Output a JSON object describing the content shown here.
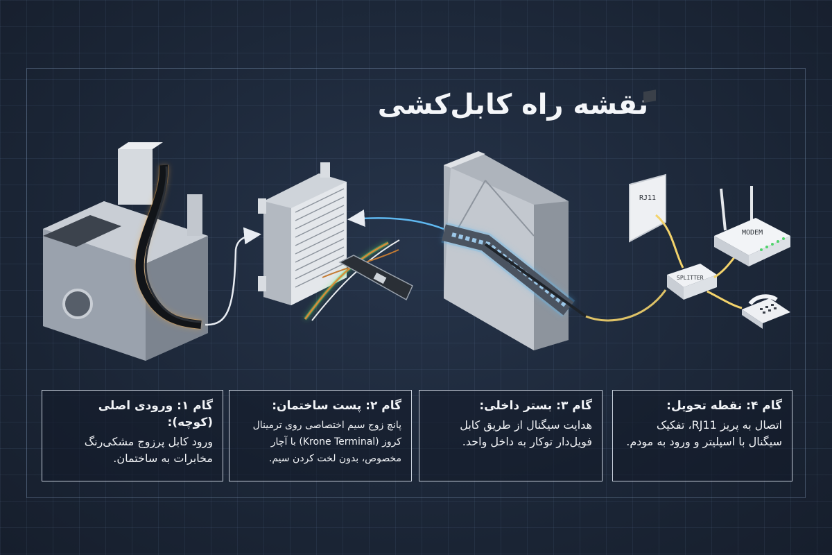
{
  "title": "نقشه راه کابل‌کشی",
  "steps": [
    {
      "heading": "گام ۱: ورودی اصلی (کوچه):",
      "body": "ورود کابل پرزوج مشکی‌رنگ مخابرات به ساختمان."
    },
    {
      "heading": "گام ۲: پست ساختمان:",
      "body": "پانچ زوج سیم اختصاصی روی ترمینال کروز (Krone Terminal) با آچار مخصوص، بدون لخت کردن سیم."
    },
    {
      "heading": "گام ۳: بستر داخلی:",
      "body": "هدایت سیگنال از طریق کابل فویل‌دار توکار به داخل واحد."
    },
    {
      "heading": "گام ۴: نقطه تحویل:",
      "body": "اتصال به پریز RJ11، تفکیک سیگنال با اسپلیتر و ورود به مودم."
    }
  ],
  "labels": {
    "socket": "RJ11",
    "splitter": "SPLITTER",
    "modem": "MODEM"
  },
  "colors": {
    "background": "#1b2536",
    "orange_glow": "#f0a23a",
    "blue_glow": "#5fb8f0",
    "green_glow": "#5ee06a",
    "yellow_glow": "#f3d36b"
  },
  "icons": [
    "street-duct-icon",
    "krone-terminal-icon",
    "punch-tool-icon",
    "wall-conduit-icon",
    "rj11-socket-icon",
    "splitter-icon",
    "modem-icon",
    "telephone-icon"
  ]
}
